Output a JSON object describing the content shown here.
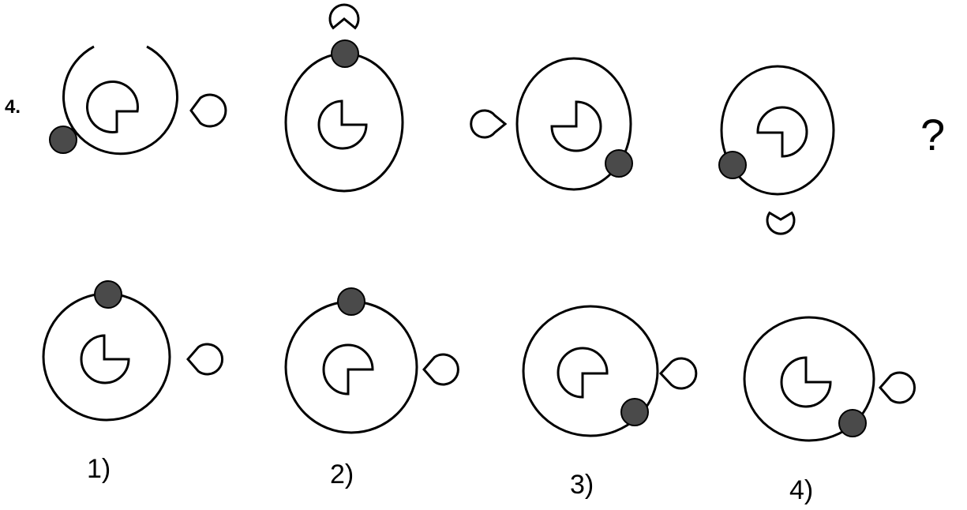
{
  "problem": {
    "number": "4.",
    "question_mark": "?"
  },
  "options": [
    {
      "label": "1)"
    },
    {
      "label": "2)"
    },
    {
      "label": "3)"
    },
    {
      "label": "4)"
    }
  ],
  "colors": {
    "stroke": "#000000",
    "ball_fill": "#4a4a4a",
    "background": "#ffffff"
  }
}
